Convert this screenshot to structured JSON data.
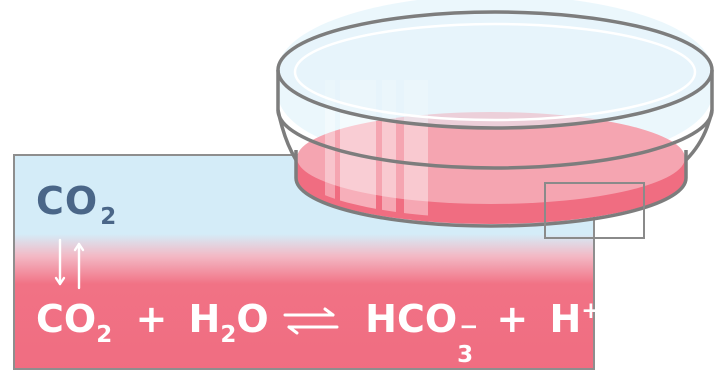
{
  "top_label": {
    "main": "CO",
    "sub": "2"
  },
  "equation": {
    "co2_main": "CO",
    "co2_sub": "2",
    "plus1": "+",
    "h2o_h": "H",
    "h2o_sub": "2",
    "h2o_o": "O",
    "hco3_main": "HCO",
    "hco3_sup": "−",
    "hco3_sub": "3",
    "plus2": "+",
    "h_main": "H",
    "h_sup": "+"
  },
  "colors": {
    "co2_text": "#4a6688",
    "medium_pink": "#f06d81",
    "gas_blue": "#d4ecf8",
    "dish_outline": "#7d7d7d"
  }
}
